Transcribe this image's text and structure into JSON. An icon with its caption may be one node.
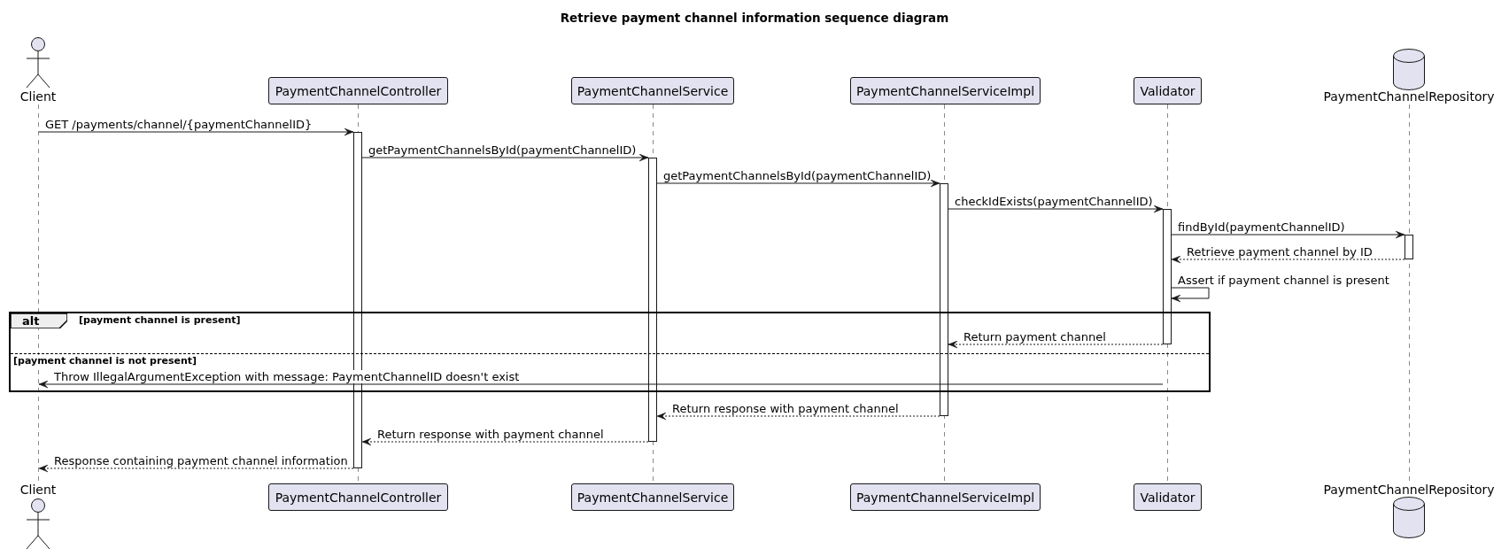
{
  "diagram": {
    "title": "Retrieve payment channel information sequence diagram",
    "nodes": [
      {
        "text": [
          "Client"
        ]
      },
      {
        "text": [
          "PaymentChannelController"
        ]
      },
      {
        "text": [
          "PaymentChannelService"
        ]
      },
      {
        "text": [
          "PaymentChannelServiceImpl"
        ]
      },
      {
        "text": [
          "Validator"
        ]
      },
      {
        "text": [
          "PaymentChannelRepository"
        ]
      },
      {
        "text": [],
        "shape": "line"
      },
      {
        "text": [],
        "shape": "line"
      },
      {
        "text": [],
        "shape": "line"
      },
      {
        "text": [],
        "shape": "line"
      },
      {
        "text": [],
        "shape": "line"
      },
      {
        "text": [],
        "shape": "line"
      },
      {
        "text": [
          "Client"
        ]
      },
      {
        "text": [
          "PaymentChannelController"
        ]
      },
      {
        "text": [
          "PaymentChannelService"
        ]
      },
      {
        "text": [
          "PaymentChannelServiceImpl"
        ]
      },
      {
        "text": [
          "Validator"
        ]
      },
      {
        "text": [
          "PaymentChannelRepository"
        ]
      }
    ],
    "edges": [
      {
        "from": 6,
        "to": 7,
        "arrow": "to",
        "label": "GET /payments/channel/{paymentChannelID}"
      },
      {
        "from": 7,
        "to": 8,
        "arrow": "to",
        "label": "getPaymentChannelsById(paymentChannelID)"
      },
      {
        "from": 8,
        "to": 9,
        "arrow": "to",
        "label": "getPaymentChannelsById(paymentChannelID)"
      },
      {
        "from": 9,
        "to": 10,
        "arrow": "to",
        "label": "checkIdExists(paymentChannelID)"
      },
      {
        "from": 10,
        "to": 11,
        "arrow": "to",
        "label": "findById(paymentChannelID)"
      },
      {
        "from": 11,
        "to": 10,
        "arrow": "to",
        "label": "Retrieve payment channel by ID",
        "style": "dashed"
      },
      {
        "from": 10,
        "to": 10,
        "arrow": "to",
        "label": "Assert if payment channel is present"
      },
      {
        "from": 10,
        "to": 9,
        "arrow": "to",
        "label": "Return payment channel",
        "style": "dashed"
      },
      {
        "from": 10,
        "to": 6,
        "arrow": "to",
        "label": "Throw IllegalArgumentException with message: PaymentChannelID doesn't exist"
      },
      {
        "from": 9,
        "to": 8,
        "arrow": "to",
        "label": "Return response with payment channel",
        "style": "dashed"
      },
      {
        "from": 8,
        "to": 7,
        "arrow": "to",
        "label": "Return response with payment channel",
        "style": "dashed"
      },
      {
        "from": 7,
        "to": 6,
        "arrow": "to",
        "label": "Response containing payment channel information",
        "style": "dashed"
      }
    ],
    "labels": [
      "alt",
      "[payment channel is present]",
      "[payment channel is not present]"
    ]
  }
}
